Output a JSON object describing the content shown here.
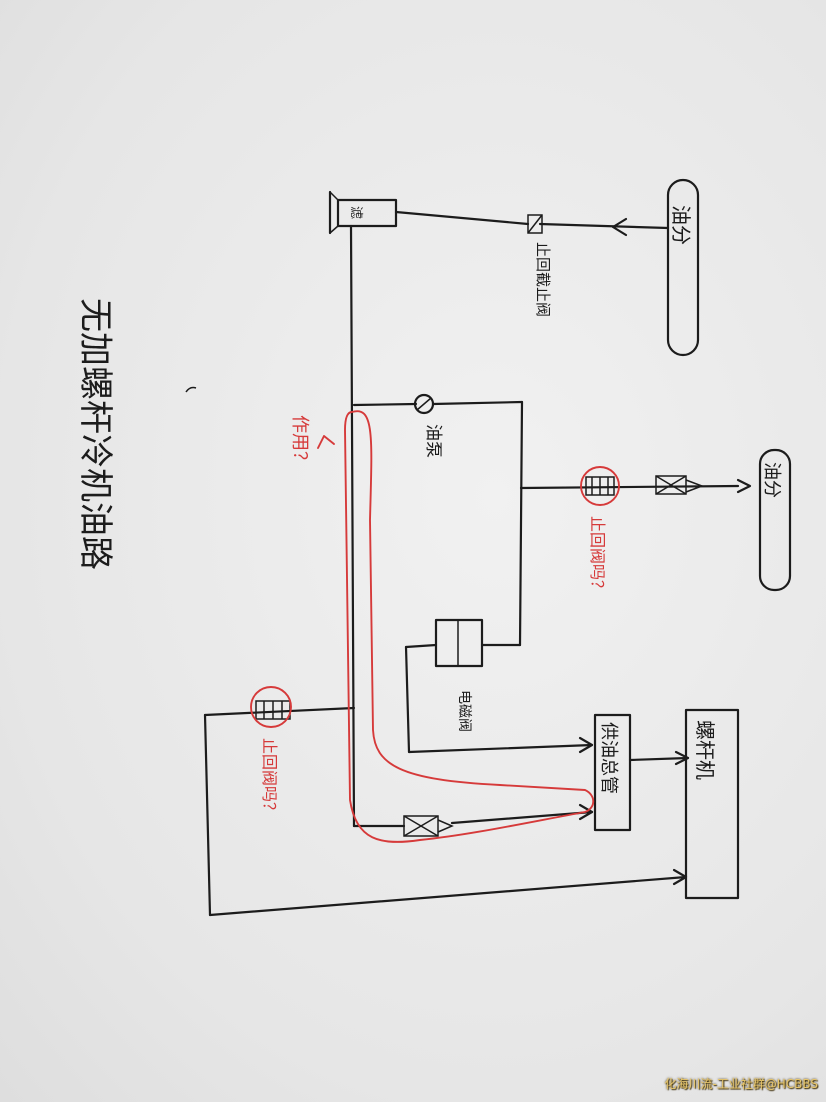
{
  "title": "无加螺杆冷机油路",
  "components": {
    "oil_tank_top": "油分",
    "check_stop_valve": "止回截止阀",
    "oil_pump": "油泵",
    "oil_tank_mid": "油分",
    "check_valve_q1": "止回阀吗？",
    "solenoid_valve": "电磁阀",
    "oil_supply_manifold": "供油总管",
    "screw_machine": "螺杆机",
    "check_valve_q2": "止回阀吗？",
    "function_question": "作用？",
    "filter_label": "滤"
  },
  "watermark": "化海川流-工业社群@HCBBS"
}
